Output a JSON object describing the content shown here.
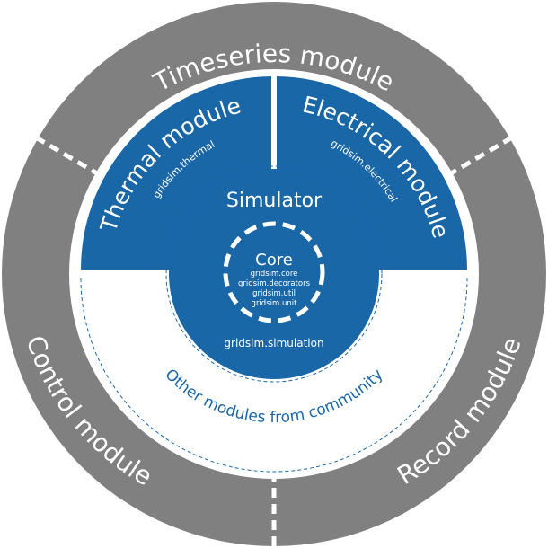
{
  "outer_ring": {
    "timeseries": "Timeseries module",
    "control": "Control module",
    "record": "Record module"
  },
  "middle_ring": {
    "thermal": {
      "label": "Thermal module",
      "package": "gridsim.thermal"
    },
    "electrical": {
      "label": "Electrical module",
      "package": "gridsim.electrical"
    },
    "community": "Other modules from community"
  },
  "simulator": {
    "label": "Simulator",
    "package": "gridsim.simulation",
    "core": {
      "label": "Core",
      "packages": [
        "gridsim.core",
        "gridsim.decorators",
        "gridsim.util",
        "gridsim.unit"
      ]
    }
  },
  "colors": {
    "outer_gray": "#808080",
    "blue": "#1a67a8",
    "white": "#ffffff",
    "community_text": "#1a67a8"
  }
}
